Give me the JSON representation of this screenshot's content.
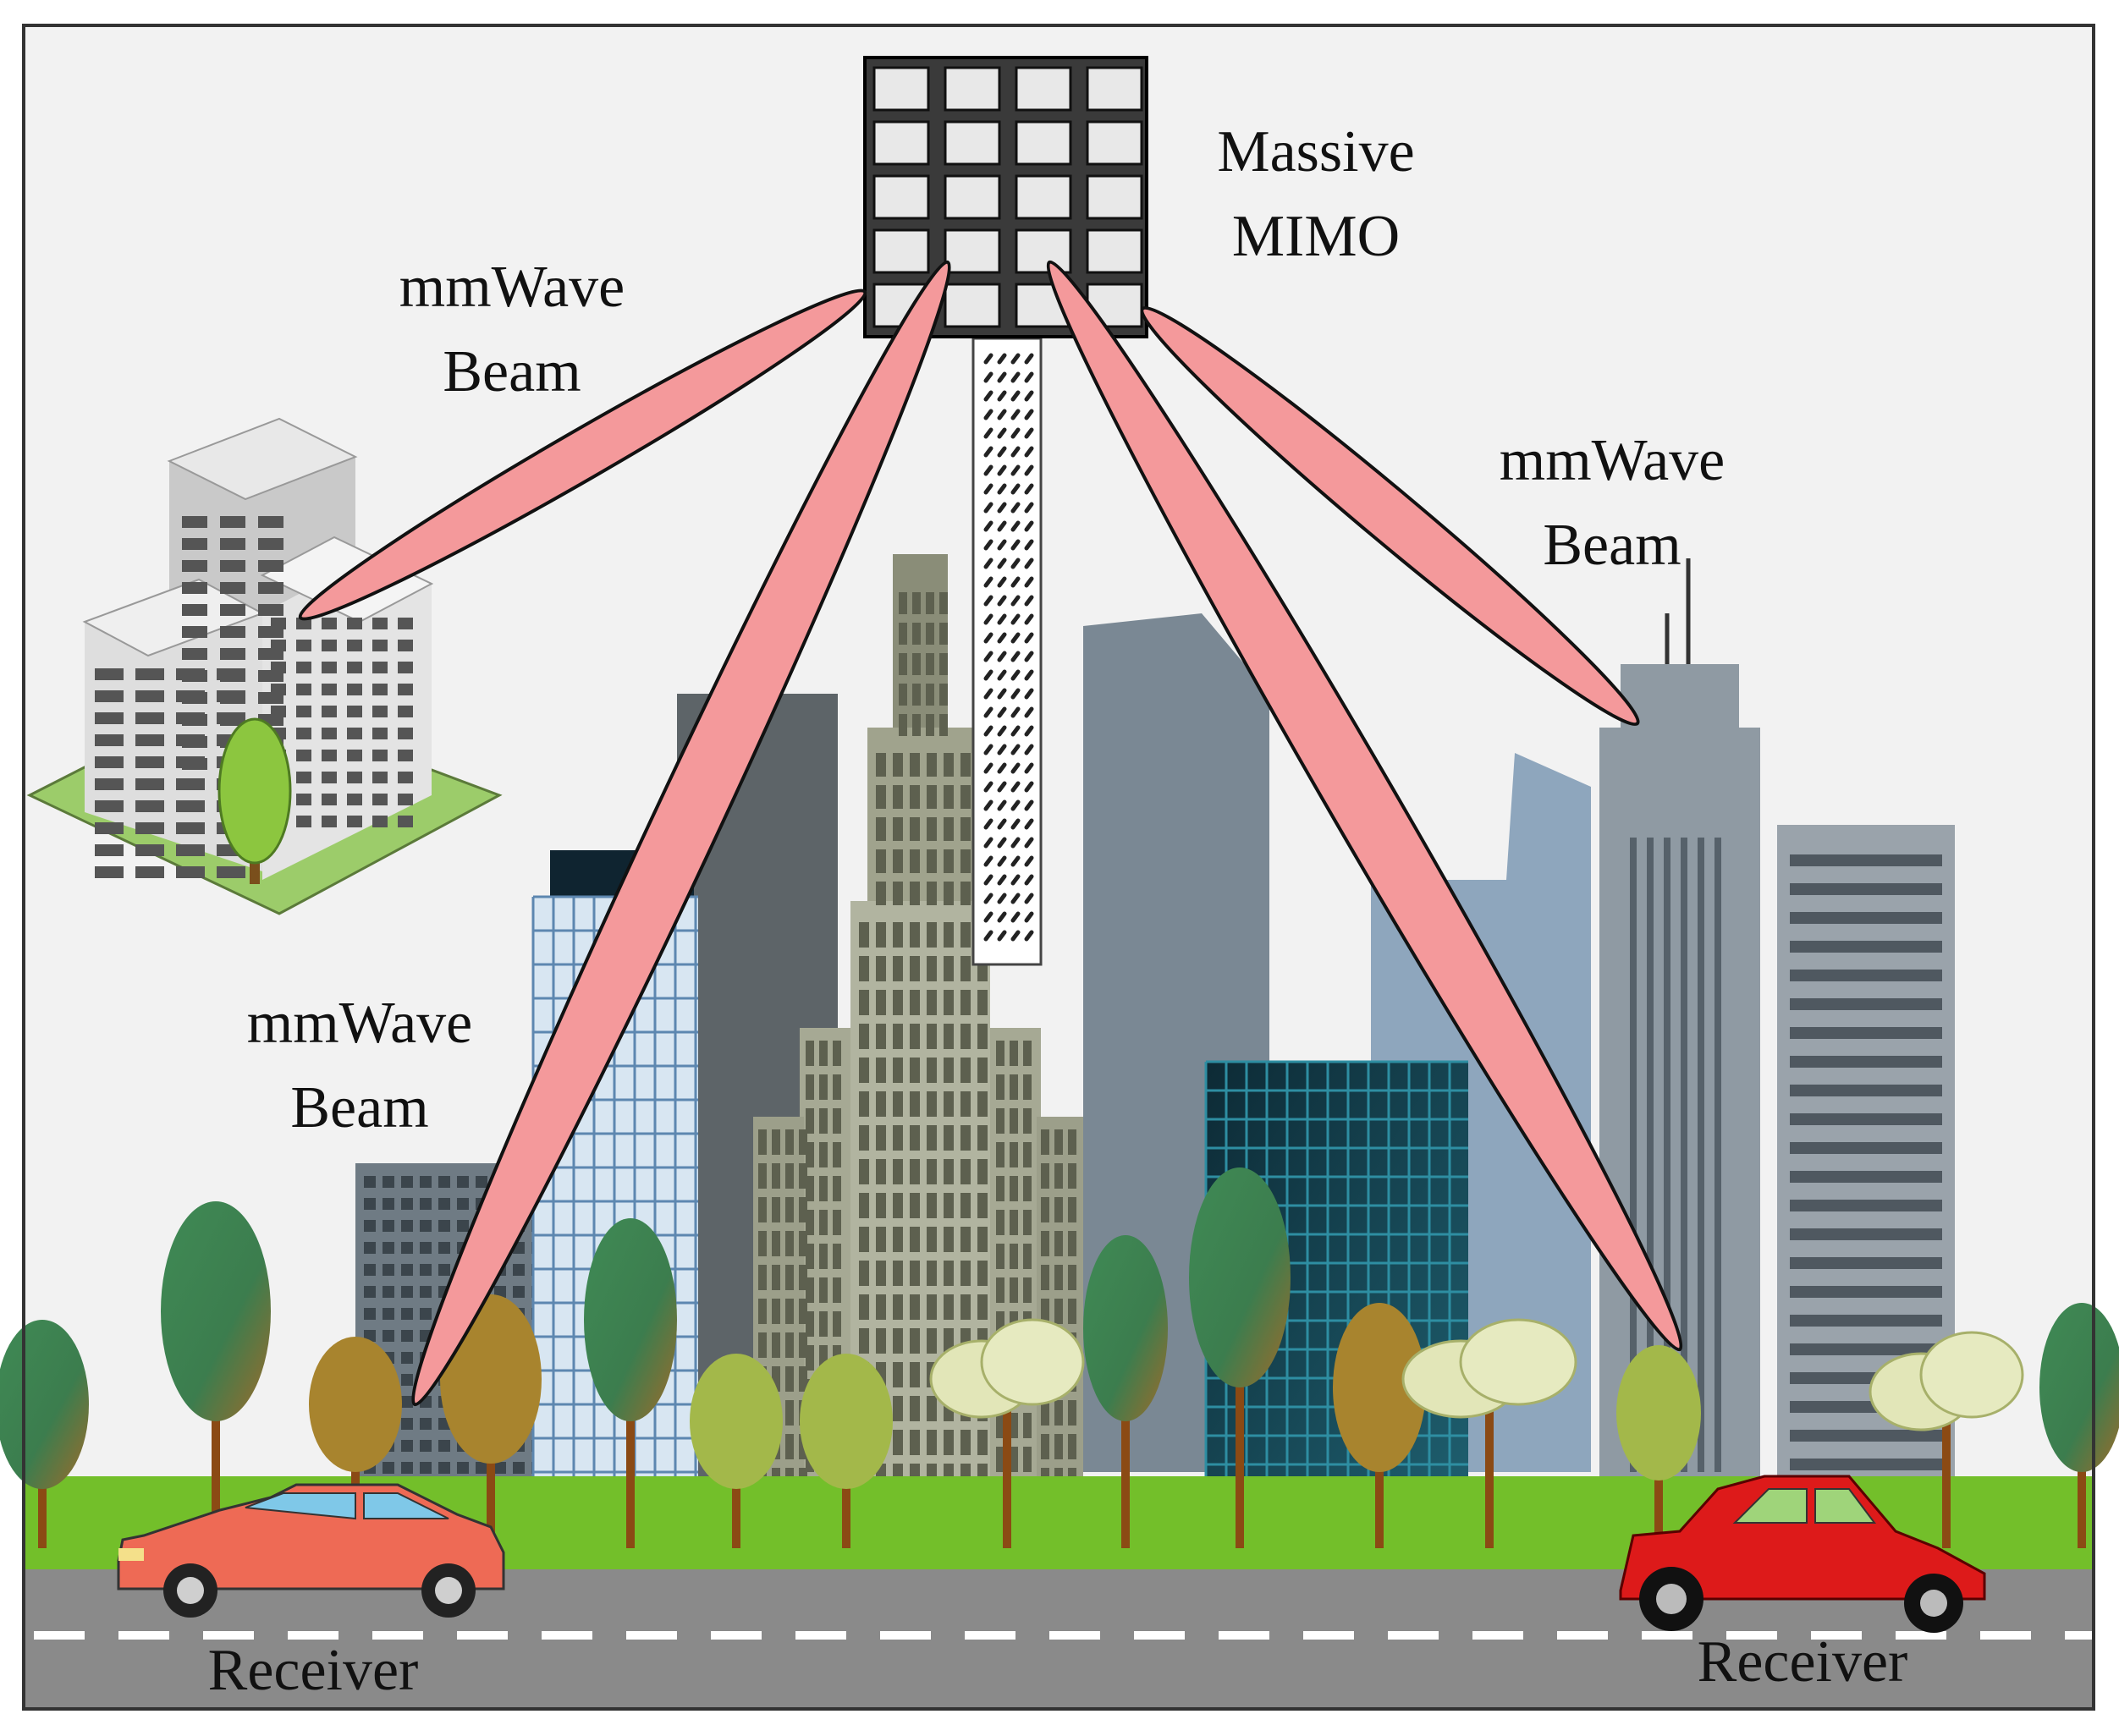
{
  "labels": {
    "mimo": [
      "Massive",
      "MIMO"
    ],
    "beam_left_top": [
      "mmWave",
      "Beam"
    ],
    "beam_right": [
      "mmWave",
      "Beam"
    ],
    "beam_left_bottom": [
      "mmWave",
      "Beam"
    ],
    "receiver_left": "Receiver",
    "receiver_right": "Receiver"
  },
  "colors": {
    "sky": "#f2f2f2",
    "beam": "#f4999b",
    "grass": "#73bf2a",
    "road": "#8a8a8a",
    "car_left": "#ee6a55",
    "car_right": "#dd1a1a"
  },
  "icons": {
    "antenna": "massive-mimo-antenna-panel",
    "tower": "tower-icon",
    "office": "office-building-icon"
  }
}
